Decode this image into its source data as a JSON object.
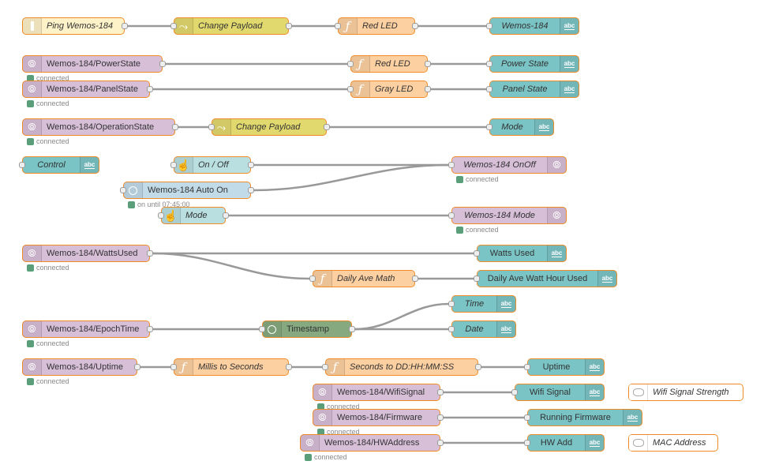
{
  "colors": {
    "inject": "#fdf2c8",
    "change": "#e2d96e",
    "function": "#fdd0a2",
    "ui": "#7bc4c6",
    "mqtt": "#d8bfd8",
    "button": "#b9dfe0",
    "scheduler": "#c1dbe9",
    "moment": "#87a980",
    "comment": "#ffffff",
    "wire": "#999999",
    "status_dot": "#5a9e7a"
  },
  "nodes": {
    "ping": {
      "label": "Ping Wemos-184",
      "icon": "inject-icon"
    },
    "change1": {
      "label": "Change Payload",
      "icon": "shuffle-icon"
    },
    "redled1": {
      "label": "Red LED",
      "icon": "function-icon"
    },
    "wemos184": {
      "label": "Wemos-184",
      "icon": "text-icon"
    },
    "powerstate_in": {
      "label": "Wemos-184/PowerState",
      "icon": "mqtt-icon",
      "status": "connected"
    },
    "redled2": {
      "label": "Red LED",
      "icon": "function-icon"
    },
    "powerstate_ui": {
      "label": "Power State",
      "icon": "text-icon"
    },
    "panelstate_in": {
      "label": "Wemos-184/PanelState",
      "icon": "mqtt-icon",
      "status": "connected"
    },
    "grayled": {
      "label": "Gray LED",
      "icon": "function-icon"
    },
    "panelstate_ui": {
      "label": "Panel State",
      "icon": "text-icon"
    },
    "opstate_in": {
      "label": "Wemos-184/OperationState",
      "icon": "mqtt-icon",
      "status": "connected"
    },
    "change2": {
      "label": "Change Payload",
      "icon": "shuffle-icon"
    },
    "mode_ui": {
      "label": "Mode",
      "icon": "text-icon"
    },
    "control": {
      "label": "Control",
      "icon": "text-icon"
    },
    "onoff": {
      "label": "On / Off",
      "icon": "hand-icon"
    },
    "onoff_out": {
      "label": "Wemos-184 OnOff",
      "icon": "mqtt-icon",
      "status": "connected"
    },
    "autoon": {
      "label": "Wemos-184 Auto On",
      "icon": "clock-icon",
      "status": "on until 07:45:00"
    },
    "mode_btn": {
      "label": "Mode",
      "icon": "hand-icon"
    },
    "mode_out": {
      "label": "Wemos-184 Mode",
      "icon": "mqtt-icon",
      "status": "connected"
    },
    "watts_in": {
      "label": "Wemos-184/WattsUsed",
      "icon": "mqtt-icon",
      "status": "connected"
    },
    "watts_ui": {
      "label": "Watts Used",
      "icon": "text-icon"
    },
    "dailyave": {
      "label": "Daily Ave Math",
      "icon": "function-icon"
    },
    "dailyave_ui": {
      "label": "Daily Ave Watt Hour Used",
      "icon": "text-icon"
    },
    "time_ui": {
      "label": "Time",
      "icon": "text-icon"
    },
    "epoch_in": {
      "label": "Wemos-184/EpochTime",
      "icon": "mqtt-icon",
      "status": "connected"
    },
    "timestamp": {
      "label": "Timestamp",
      "icon": "clock-icon"
    },
    "date_ui": {
      "label": "Date",
      "icon": "text-icon"
    },
    "uptime_in": {
      "label": "Wemos-184/Uptime",
      "icon": "mqtt-icon",
      "status": "connected"
    },
    "millis": {
      "label": "Millis to Seconds",
      "icon": "function-icon"
    },
    "seconds": {
      "label": "Seconds to DD:HH:MM:SS",
      "icon": "function-icon"
    },
    "uptime_ui": {
      "label": "Uptime",
      "icon": "text-icon"
    },
    "wifi_in": {
      "label": "Wemos-184/WifiSignal",
      "icon": "mqtt-icon",
      "status": "connected"
    },
    "wifi_ui": {
      "label": "Wifi Signal",
      "icon": "text-icon"
    },
    "wifi_comment": {
      "label": "Wifi Signal Strength",
      "icon": "comment-icon"
    },
    "firmware_in": {
      "label": "Wemos-184/Firmware",
      "icon": "mqtt-icon",
      "status": "connected"
    },
    "firmware_ui": {
      "label": "Running Firmware",
      "icon": "text-icon"
    },
    "hw_in": {
      "label": "Wemos-184/HWAddress",
      "icon": "mqtt-icon",
      "status": "connected"
    },
    "hw_ui": {
      "label": "HW Add",
      "icon": "text-icon"
    },
    "mac_comment": {
      "label": "MAC Address",
      "icon": "comment-icon"
    }
  },
  "icon_glyphs": {
    "text": "abc"
  }
}
